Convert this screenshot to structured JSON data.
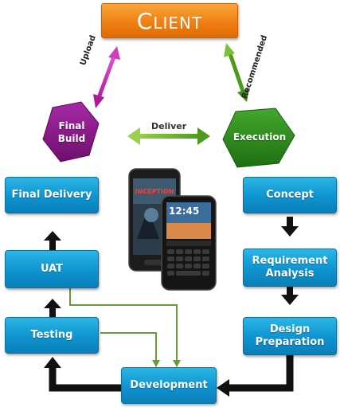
{
  "client": {
    "label": "Client"
  },
  "hexagons": {
    "final_build": [
      "Final",
      "Build"
    ],
    "execution": "Execution"
  },
  "arrow_labels": {
    "upload": "Upload",
    "recommended": "Recommended",
    "deliver": "Deliver"
  },
  "left_column": {
    "final_delivery": "Final Delivery",
    "uat": "UAT",
    "testing": "Testing"
  },
  "right_column": {
    "concept": "Concept",
    "requirement_analysis": [
      "Requirement",
      "Analysis"
    ],
    "design_preparation": [
      "Design",
      "Preparation"
    ]
  },
  "bottom": {
    "development": "Development"
  },
  "phone_screen": {
    "movie_title": "INCEPTION",
    "blackberry_time": "12:45"
  },
  "colors": {
    "client_orange": "#ee7d12",
    "final_build_purple": "#8a1a8a",
    "execution_green": "#2f8c1c",
    "box_blue": "#0e93cf",
    "feedback_line_green": "#6a9a3a",
    "flow_arrow": "#111111"
  }
}
